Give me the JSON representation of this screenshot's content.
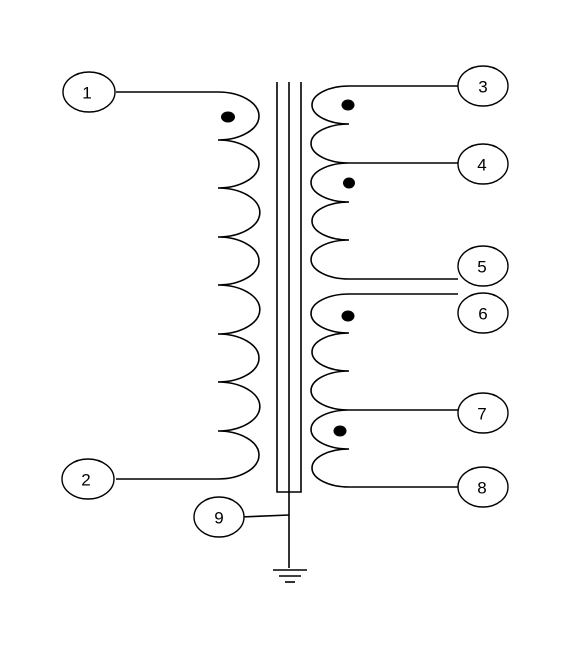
{
  "terminals": [
    {
      "id": "t1",
      "label": "1"
    },
    {
      "id": "t2",
      "label": "2"
    },
    {
      "id": "t3",
      "label": "3"
    },
    {
      "id": "t4",
      "label": "4"
    },
    {
      "id": "t5",
      "label": "5"
    },
    {
      "id": "t6",
      "label": "6"
    },
    {
      "id": "t7",
      "label": "7"
    },
    {
      "id": "t8",
      "label": "8"
    },
    {
      "id": "t9",
      "label": "9"
    }
  ],
  "colors": {
    "line": "#000000",
    "background": "#ffffff"
  }
}
